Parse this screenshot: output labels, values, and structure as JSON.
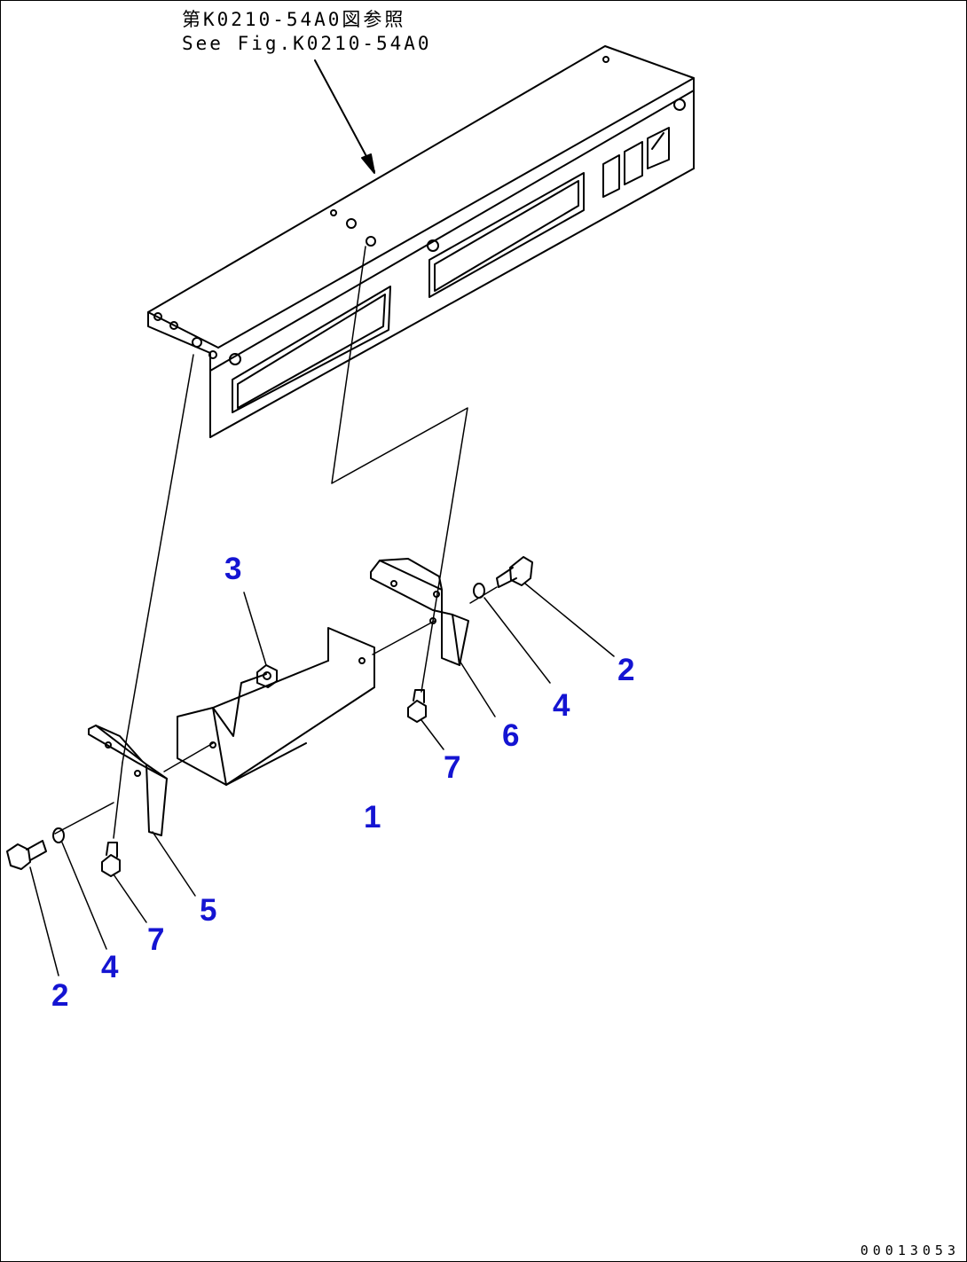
{
  "reference": {
    "jp": "第K0210-54A0図参照",
    "en": "See Fig.K0210-54A0"
  },
  "callouts": {
    "c1": "1",
    "c2a": "2",
    "c2b": "2",
    "c3": "3",
    "c4a": "4",
    "c4b": "4",
    "c5": "5",
    "c6": "6",
    "c7a": "7",
    "c7b": "7"
  },
  "drawing_number": "00013053",
  "colors": {
    "callout": "#1414d2",
    "line": "#000000"
  }
}
